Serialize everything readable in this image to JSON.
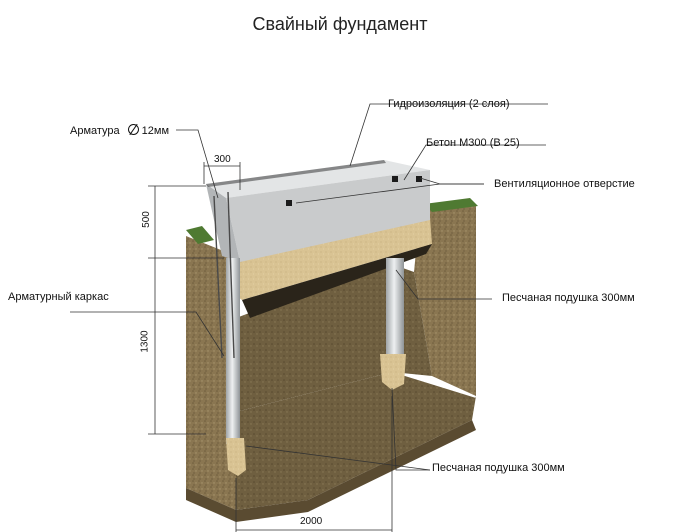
{
  "title": "Свайный фундамент",
  "labels": {
    "waterproofing": "Гидроизоляция (2 слоя)",
    "rebar": "Арматура",
    "rebar_diameter": "12мм",
    "concrete": "Бетон М300 (В 25)",
    "vent_hole": "Вентиляционное отверстие",
    "rebar_cage": "Арматурный каркас",
    "sand_cushion_top": "Песчаная подушка 300мм",
    "sand_cushion_bottom": "Песчаная подушка 300мм"
  },
  "dimensions": {
    "width_top": "300",
    "height_grillage": "500",
    "height_pile": "1300",
    "width_bottom": "2000"
  },
  "colors": {
    "concrete": "#c9cbcc",
    "sand": "#d9c393",
    "soil": "#8a7651",
    "grass": "#4f7a32",
    "pipe": "#c8ccce"
  }
}
